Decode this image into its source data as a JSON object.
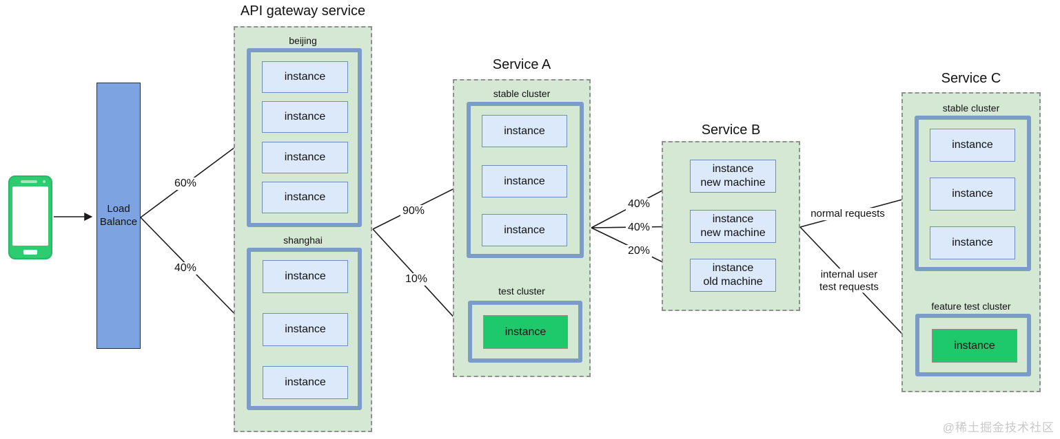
{
  "colors": {
    "container_green": "#d5e8d4",
    "container_border": "#8f8f8f",
    "cluster_border_blue": "#7b9bc9",
    "instance_fill_blue": "#dbe9fb",
    "instance_border_blue": "#6c8ebf",
    "test_instance_green": "#1ec96b",
    "load_balancer_fill": "#7da4e0",
    "phone_green": "#2ecc71",
    "arrow_color": "#1a1a1a"
  },
  "nodes": {
    "load_balancer": {
      "label": "Load Balance"
    },
    "api_gateway": {
      "title": "API gateway service",
      "beijing": {
        "label": "beijing",
        "instances": [
          "instance",
          "instance",
          "instance",
          "instance"
        ]
      },
      "shanghai": {
        "label": "shanghai",
        "instances": [
          "instance",
          "instance",
          "instance"
        ]
      }
    },
    "service_a": {
      "title": "Service A",
      "stable": {
        "label": "stable cluster",
        "instances": [
          "instance",
          "instance",
          "instance"
        ]
      },
      "test": {
        "label": "test cluster",
        "instance": "instance"
      }
    },
    "service_b": {
      "title": "Service B",
      "instances": [
        {
          "l1": "instance",
          "l2": "new machine"
        },
        {
          "l1": "instance",
          "l2": "new machine"
        },
        {
          "l1": "instance",
          "l2": "old machine"
        }
      ]
    },
    "service_c": {
      "title": "Service C",
      "stable": {
        "label": "stable cluster",
        "instances": [
          "instance",
          "instance",
          "instance"
        ]
      },
      "feature_test": {
        "label": "feature test cluster",
        "instance": "instance"
      }
    }
  },
  "edges": {
    "lb_to_beijing": "60%",
    "lb_to_shanghai": "40%",
    "gateway_to_stable": "90%",
    "gateway_to_test": "10%",
    "a_to_b_new1": "40%",
    "a_to_b_new2": "40%",
    "a_to_b_old": "20%",
    "b_to_c_stable": "normal requests",
    "b_to_c_test_l1": "internal user",
    "b_to_c_test_l2": "test requests"
  },
  "watermark": "@稀土掘金技术社区"
}
